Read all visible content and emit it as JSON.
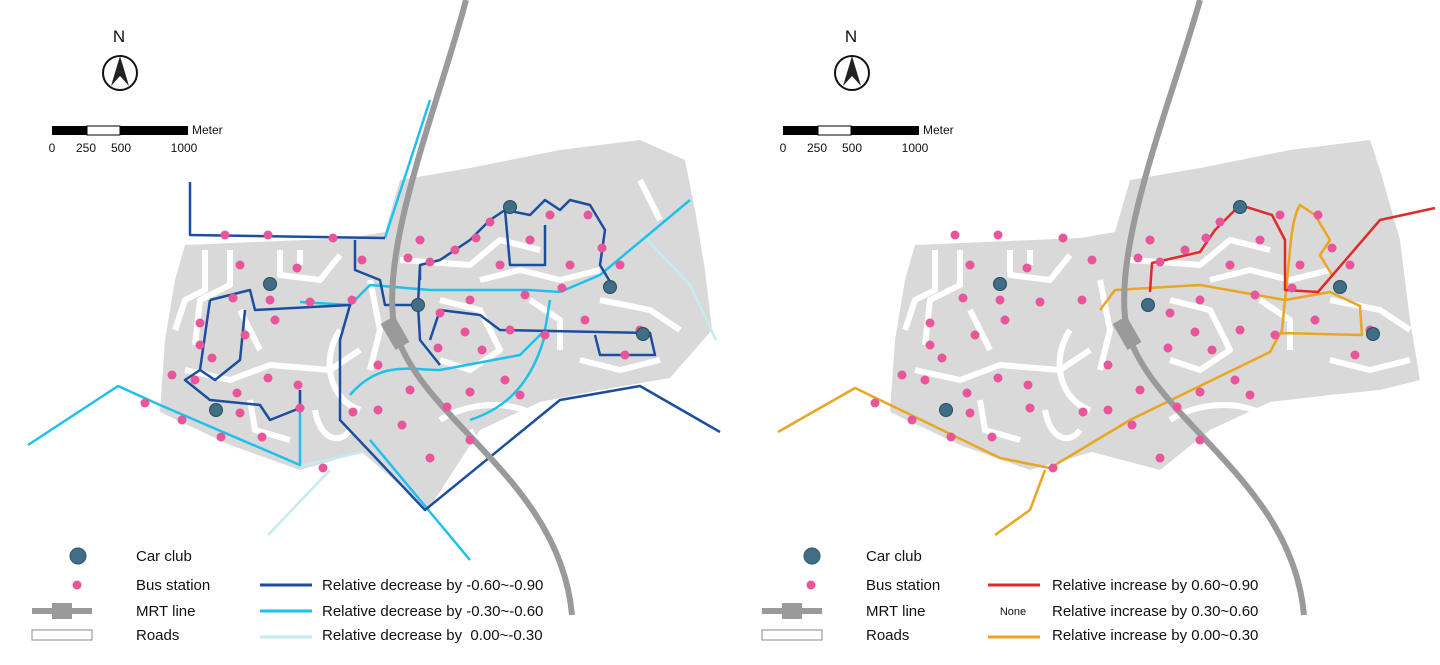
{
  "maps": [
    {
      "id": "decrease",
      "north_label": "N",
      "scale": {
        "unit": "Meter",
        "ticks": [
          "0",
          "250",
          "500",
          "1000"
        ]
      },
      "legend": {
        "car_club": "Car club",
        "bus_station": "Bus station",
        "mrt_line": "MRT line",
        "roads": "Roads",
        "classes": [
          {
            "label": "Relative decrease by -0.60~-0.90",
            "color": "#1b4e9e"
          },
          {
            "label": "Relative decrease by -0.30~-0.60",
            "color": "#1fc0ec"
          },
          {
            "label": "Relative decrease by  0.00~-0.30",
            "color": "#c4eaf2"
          }
        ]
      }
    },
    {
      "id": "increase",
      "north_label": "N",
      "scale": {
        "unit": "Meter",
        "ticks": [
          "0",
          "250",
          "500",
          "1000"
        ]
      },
      "legend": {
        "car_club": "Car club",
        "bus_station": "Bus station",
        "mrt_line": "MRT line",
        "roads": "Roads",
        "classes": [
          {
            "label": "Relative increase by 0.60~0.90",
            "color": "#e02a2a",
            "swatch": ""
          },
          {
            "label": "Relative increase by 0.30~0.60",
            "color": "",
            "swatch": "None"
          },
          {
            "label": "Relative increase by 0.00~0.30",
            "color": "#e8a623",
            "swatch": ""
          }
        ]
      }
    }
  ],
  "colors": {
    "region": "#d9d9d9",
    "road": "#ffffff",
    "mrt": "#9a9a9a",
    "bus": "#e8559a",
    "car": "#3f6e86"
  }
}
